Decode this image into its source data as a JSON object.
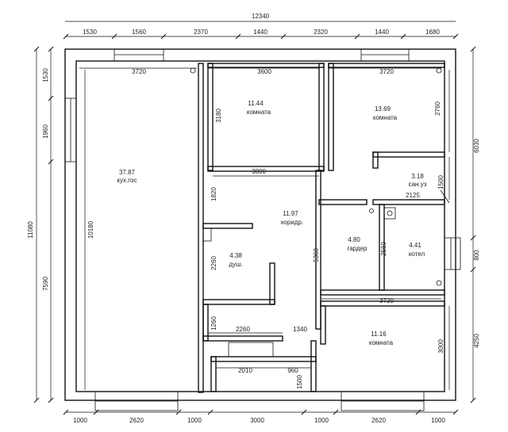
{
  "dimensions": {
    "overall_width": "12340",
    "overall_height": "11080",
    "top": [
      "1530",
      "1560",
      "2370",
      "1440",
      "2320",
      "1440",
      "1680"
    ],
    "bottom": [
      "1000",
      "2620",
      "1000",
      "3000",
      "1000",
      "2620",
      "1000"
    ],
    "left_outer": [
      "1530",
      "1960",
      "7590"
    ],
    "left_inner": "10180",
    "right": [
      "6030",
      "800",
      "4250"
    ],
    "inner": {
      "kitchen_top": "3720",
      "room1_top": "3600",
      "room2_top": "3720",
      "room1_left": "3180",
      "room1_bottom": "3800",
      "room2_right": "2760",
      "bath_right": "1500",
      "bath_bottom": "2125",
      "corridor_left": "1820",
      "corridor_right": "5360",
      "shower_height": "2260",
      "below_shower": "1260",
      "shower_bottom": "2260",
      "corridor_bottom": "1340",
      "wardrobe_right": "2560",
      "room3_top": "3720",
      "room3_right": "3000",
      "porch_width": "2010",
      "porch_side": "960",
      "porch_height": "1500"
    }
  },
  "rooms": {
    "kitchen": {
      "area": "37.87",
      "name": "кух.гос"
    },
    "room1": {
      "area": "11.44",
      "name": "комната"
    },
    "room2": {
      "area": "13.69",
      "name": "комната"
    },
    "bathroom": {
      "area": "3.18",
      "name": "сан.уз"
    },
    "corridor": {
      "area": "11.97",
      "name": "коридр."
    },
    "shower": {
      "area": "4.38",
      "name": "душ."
    },
    "wardrobe": {
      "area": "4.80",
      "name": "гардер"
    },
    "boiler": {
      "area": "4.41",
      "name": "котел"
    },
    "room3": {
      "area": "11.16",
      "name": "комната"
    }
  }
}
